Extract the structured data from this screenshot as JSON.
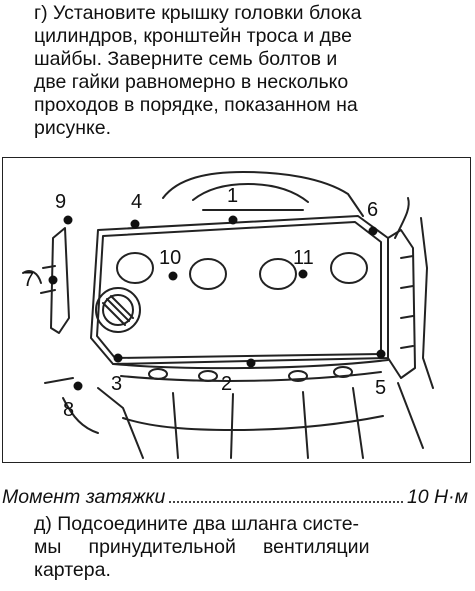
{
  "instruction_g": {
    "lines": [
      "г) Установите крышку головки блока",
      "цилиндров, кронштейн троса и две",
      "шайбы. Заверните семь болтов и",
      "две гайки равномерно в несколько",
      "проходов в порядке, показанном на",
      "рисунке."
    ]
  },
  "figure": {
    "callouts": [
      "1",
      "2",
      "3",
      "4",
      "5",
      "6",
      "7",
      "8",
      "9",
      "10",
      "11"
    ]
  },
  "torque": {
    "label": "Момент затяжки",
    "value": "10 Н·м"
  },
  "instruction_d": {
    "lines": [
      "д) Подсоедините два шланга систе-",
      "мы     принудительной     вентиляции",
      "картера."
    ]
  }
}
